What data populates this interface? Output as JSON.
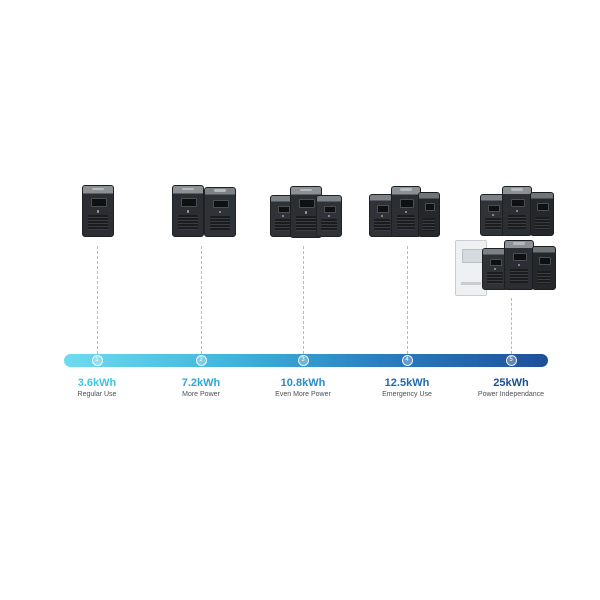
{
  "colors": {
    "bar_start": "#6fdbf0",
    "bar_end": "#1e4f9a",
    "dash": "#7fd0e6"
  },
  "steps": [
    {
      "number": "1",
      "capacity": "3.6kWh",
      "label": "Regular Use",
      "color": "#3fc6e6"
    },
    {
      "number": "2",
      "capacity": "7.2kWh",
      "label": "More Power",
      "color": "#2ea9d7"
    },
    {
      "number": "3",
      "capacity": "10.8kWh",
      "label": "Even More Power",
      "color": "#2a8cca"
    },
    {
      "number": "4",
      "capacity": "12.5kWh",
      "label": "Emergency Use",
      "color": "#2269b0"
    },
    {
      "number": "5",
      "capacity": "25kWh",
      "label": "Power Independance",
      "color": "#1b4f94"
    }
  ]
}
